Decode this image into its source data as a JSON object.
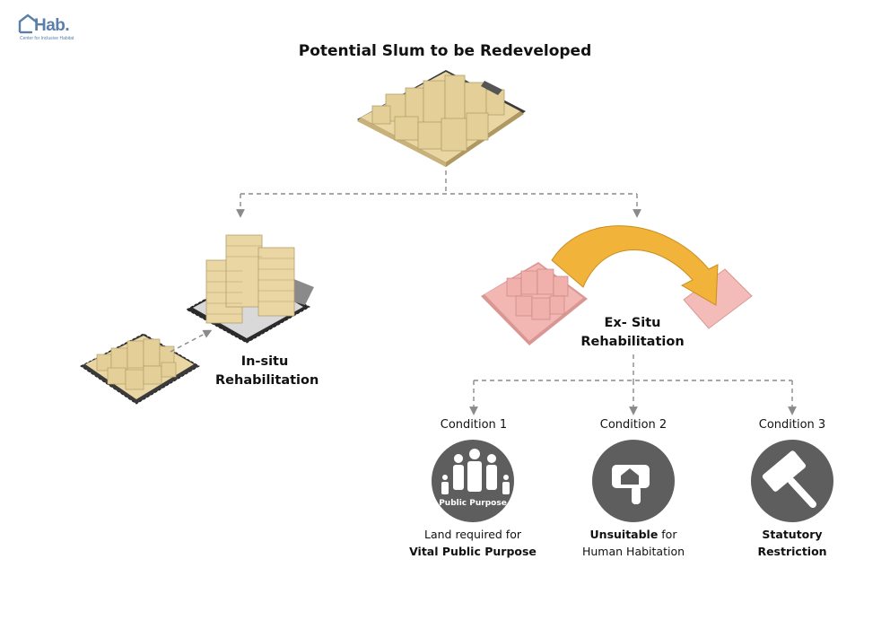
{
  "logo": {
    "text": "Hab.",
    "subtitle": "Center for Inclusive Habitat"
  },
  "title": "Potential Slum to be Redeveloped",
  "insitu": {
    "line1": "In-situ",
    "line2": "Rehabilitation"
  },
  "exsitu": {
    "line1": "Ex- Situ",
    "line2": "Rehabilitation"
  },
  "conditions": [
    {
      "label": "Condition 1",
      "badge": "Public Purpose",
      "cap_plain": "Land required for",
      "cap_bold": "Vital Public Purpose",
      "icon": "family-icon"
    },
    {
      "label": "Condition 2",
      "cap_bold": "Unsuitable",
      "cap_plain": " for",
      "cap_line2": "Human Habitation",
      "icon": "thumbs-down-house-icon"
    },
    {
      "label": "Condition 3",
      "cap_line1": "Statutory",
      "cap_line2": "Restriction",
      "icon": "gavel-icon"
    }
  ],
  "colors": {
    "building": "#e9d6a3",
    "building_shade": "#c8b27a",
    "pink": "#f2b7b3",
    "pink_shade": "#d99794",
    "arrow": "#f2b33a",
    "icon_circle": "#5e5e5e",
    "connector": "#8a8a8a"
  }
}
